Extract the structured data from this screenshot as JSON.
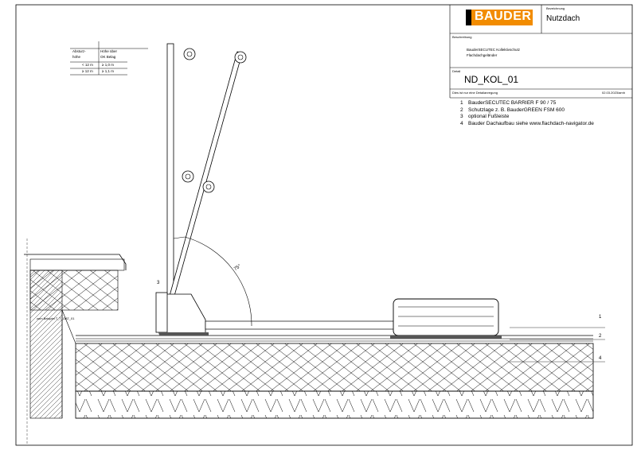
{
  "title_block": {
    "brand": "BAUDER",
    "field_project_label": "Bezeichnung",
    "project": "Nutzdach",
    "field_description_label": "Beschreibung",
    "description_line1": "BauderSECUTEC Kollektivschutz",
    "description_line2": "Flachdachgeländer",
    "field_detail_label": "Detail",
    "detail_id": "ND_KOL_01",
    "disclaimer": "Dies ist nur eine Detailanregung",
    "date": "02.03.2023/amh"
  },
  "legend": [
    {
      "num": "1",
      "text": "BauderSECUTEC BARRIER F 90 / 75"
    },
    {
      "num": "2",
      "text": "Schutzlage z. B. BauderGREEN FSM 600"
    },
    {
      "num": "3",
      "text": "optional Fußleiste"
    },
    {
      "num": "4",
      "text": "Bauder Dachaufbau siehe www.flachdach-navigator.de"
    }
  ],
  "spec_table": {
    "header_left_1": "Absturz-",
    "header_left_2": "höhe",
    "header_right_1": "Höhe über",
    "header_right_2": "OK Belag",
    "rows": [
      {
        "a": "< 12 m",
        "b": "≥ 1,0 m"
      },
      {
        "a": "≥ 12 m",
        "b": "≥ 1,1 m"
      }
    ]
  },
  "drawing": {
    "angle_label": "75°",
    "callout_3": "3",
    "callout_1": "1",
    "callout_2": "2",
    "callout_4": "4",
    "reference_note": "zum Beispiel T_T_ÜAT_01"
  }
}
